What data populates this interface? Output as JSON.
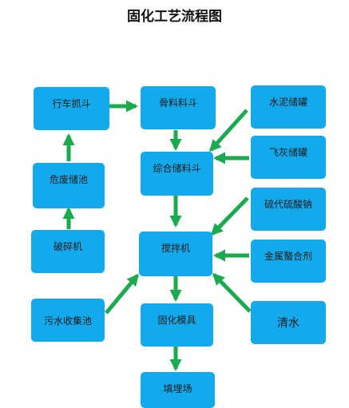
{
  "title": "固化工艺流程图",
  "colors": {
    "node": "#12aaec",
    "arrow": "#1aab4f"
  },
  "nodes": {
    "crane_grab": "行车抓斗",
    "aggregate_hopper": "骨料料斗",
    "cement_tank": "水泥储罐",
    "hazardous_pool": "危废储池",
    "combined_hopper": "综合储料斗",
    "fly_ash_tank": "飞灰储罐",
    "sodium_thiosulfate": "硫代硫酸钠",
    "crusher": "破碎机",
    "mixer": "搅拌机",
    "metal_chelator": "金属螯合剂",
    "sewage_pool": "污水收集池",
    "solidify_mold": "固化模具",
    "clean_water": "清水",
    "landfill": "填埋场"
  }
}
